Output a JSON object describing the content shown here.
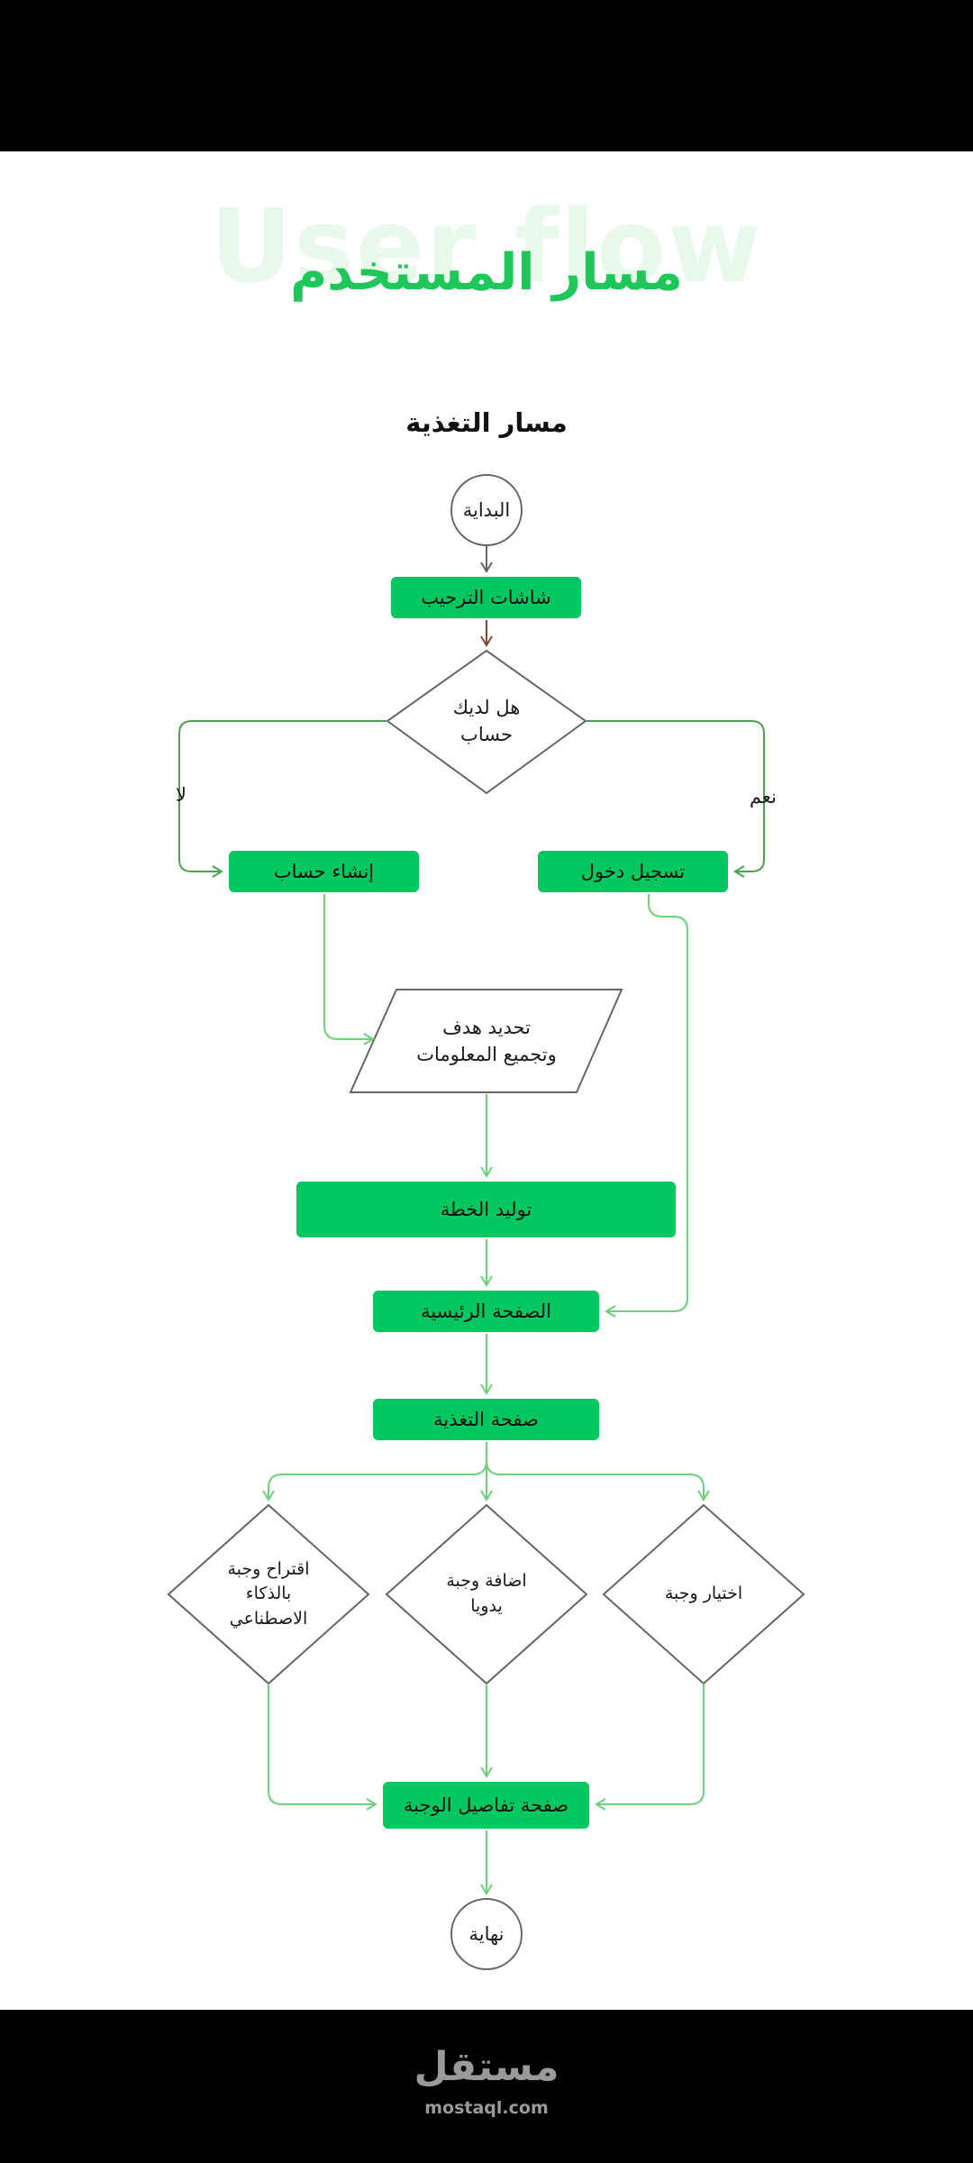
{
  "header": {
    "watermark": "User flow",
    "title": "مسار المستخدم",
    "subtitle": "مسار التغذية"
  },
  "colors": {
    "accent": "#05c75f",
    "title_green": "#1fc65a",
    "line_green": "#6fcf7a",
    "line_dark_green": "#4aa34f",
    "shape_stroke": "#555555",
    "bar": "#000000"
  },
  "flow": {
    "start": "البداية",
    "onboarding": "شاشات الترحيب",
    "has_account_q": "هل لديك\nحساب",
    "edge_yes": "نعم",
    "edge_no": "لا",
    "login": "تسجيل دخول",
    "create_account": "إنشاء حساب",
    "set_goal": "تحديد هدف\nوتجميع المعلومات",
    "generate_plan": "توليد الخطة",
    "home": "الصفحة الرئيسية",
    "nutrition": "صفحة التغذية",
    "choose_meal": "اختيار وجبة",
    "add_meal_manual": "اضافة وجبة\nيدويا",
    "ai_meal_suggest": "اقتراح وجبة\nبالذكاء\nالاصطناعي",
    "meal_details": "صفحة تفاصيل الوجبة",
    "end": "نهاية"
  },
  "footer": {
    "logo_ar": "مستقل",
    "logo_en": "mostaql.com"
  }
}
